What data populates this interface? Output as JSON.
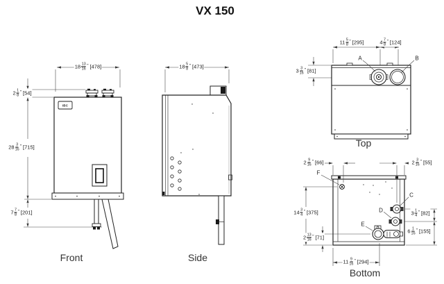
{
  "title": "VX 150",
  "logo": "IBC",
  "units": {
    "inch_mark": "\""
  },
  "views": {
    "front": {
      "label": "Front",
      "dims": {
        "width": {
          "whole": "18",
          "num": "13",
          "den": "16",
          "mm": "[478]"
        },
        "top_offset": {
          "whole": "2",
          "num": "1",
          "den": "8",
          "mm": "[54]"
        },
        "height": {
          "whole": "28",
          "num": "3",
          "den": "16",
          "mm": "[715]"
        },
        "pipes": {
          "whole": "7",
          "num": "7",
          "den": "8",
          "mm": "[201]"
        }
      }
    },
    "side": {
      "label": "Side",
      "dims": {
        "depth": {
          "whole": "18",
          "num": "5",
          "den": "8",
          "mm": "[473]"
        }
      }
    },
    "top": {
      "label": "Top",
      "callouts": {
        "a": "A",
        "b": "B"
      },
      "dims": {
        "vent_offset": {
          "whole": "11",
          "num": "5",
          "den": "8",
          "mm": "[295]"
        },
        "vent_spacing": {
          "whole": "4",
          "num": "7",
          "den": "8",
          "mm": "[124]"
        },
        "edge_offset": {
          "whole": "3",
          "num": "3",
          "den": "16",
          "mm": "[81]"
        }
      }
    },
    "bottom": {
      "label": "Bottom",
      "callouts": {
        "c": "C",
        "d": "D",
        "e": "E",
        "f": "F"
      },
      "dims": {
        "left_top": {
          "whole": "2",
          "num": "9",
          "den": "16",
          "mm": "[66]"
        },
        "right_top": {
          "whole": "2",
          "num": "3",
          "den": "16",
          "mm": "[55]"
        },
        "left_height": {
          "whole": "14",
          "num": "3",
          "den": "4",
          "mm": "[375]"
        },
        "left_bottom": {
          "whole": "2",
          "num": "13",
          "den": "16",
          "mm": "[71]"
        },
        "right_spacing": {
          "whole": "3",
          "num": "1",
          "den": "4",
          "mm": "[82]"
        },
        "right_lower": {
          "whole": "6",
          "num": "1",
          "den": "16",
          "mm": "[155]"
        },
        "bottom_width": {
          "whole": "11",
          "num": "9",
          "den": "16",
          "mm": "[294]"
        }
      }
    }
  }
}
